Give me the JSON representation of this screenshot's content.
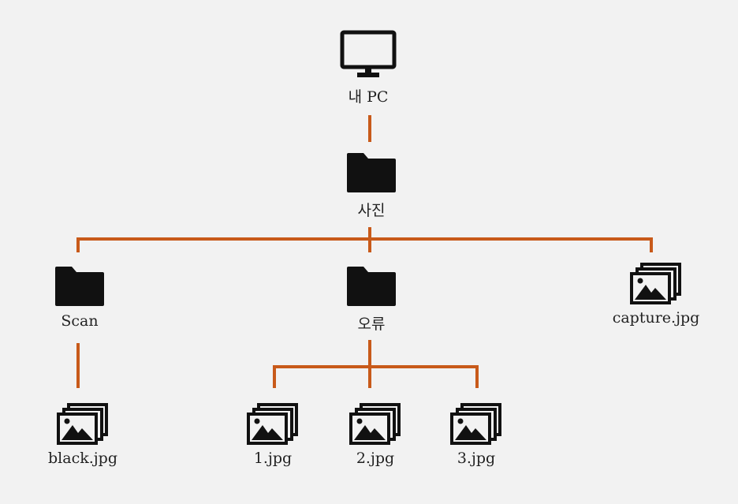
{
  "diagram": {
    "line_color": "#c85a1a",
    "icon_color": "#111111",
    "nodes": {
      "pc": {
        "label": "내 PC",
        "icon": "monitor-icon"
      },
      "photos": {
        "label": "사진",
        "icon": "folder-icon"
      },
      "scan": {
        "label": "Scan",
        "icon": "folder-icon"
      },
      "error": {
        "label": "오류",
        "icon": "folder-icon"
      },
      "capture": {
        "label": "capture.jpg",
        "icon": "image-stack-icon"
      },
      "black": {
        "label": "black.jpg",
        "icon": "image-stack-icon"
      },
      "one": {
        "label": "1.jpg",
        "icon": "image-stack-icon"
      },
      "two": {
        "label": "2.jpg",
        "icon": "image-stack-icon"
      },
      "three": {
        "label": "3.jpg",
        "icon": "image-stack-icon"
      }
    }
  }
}
